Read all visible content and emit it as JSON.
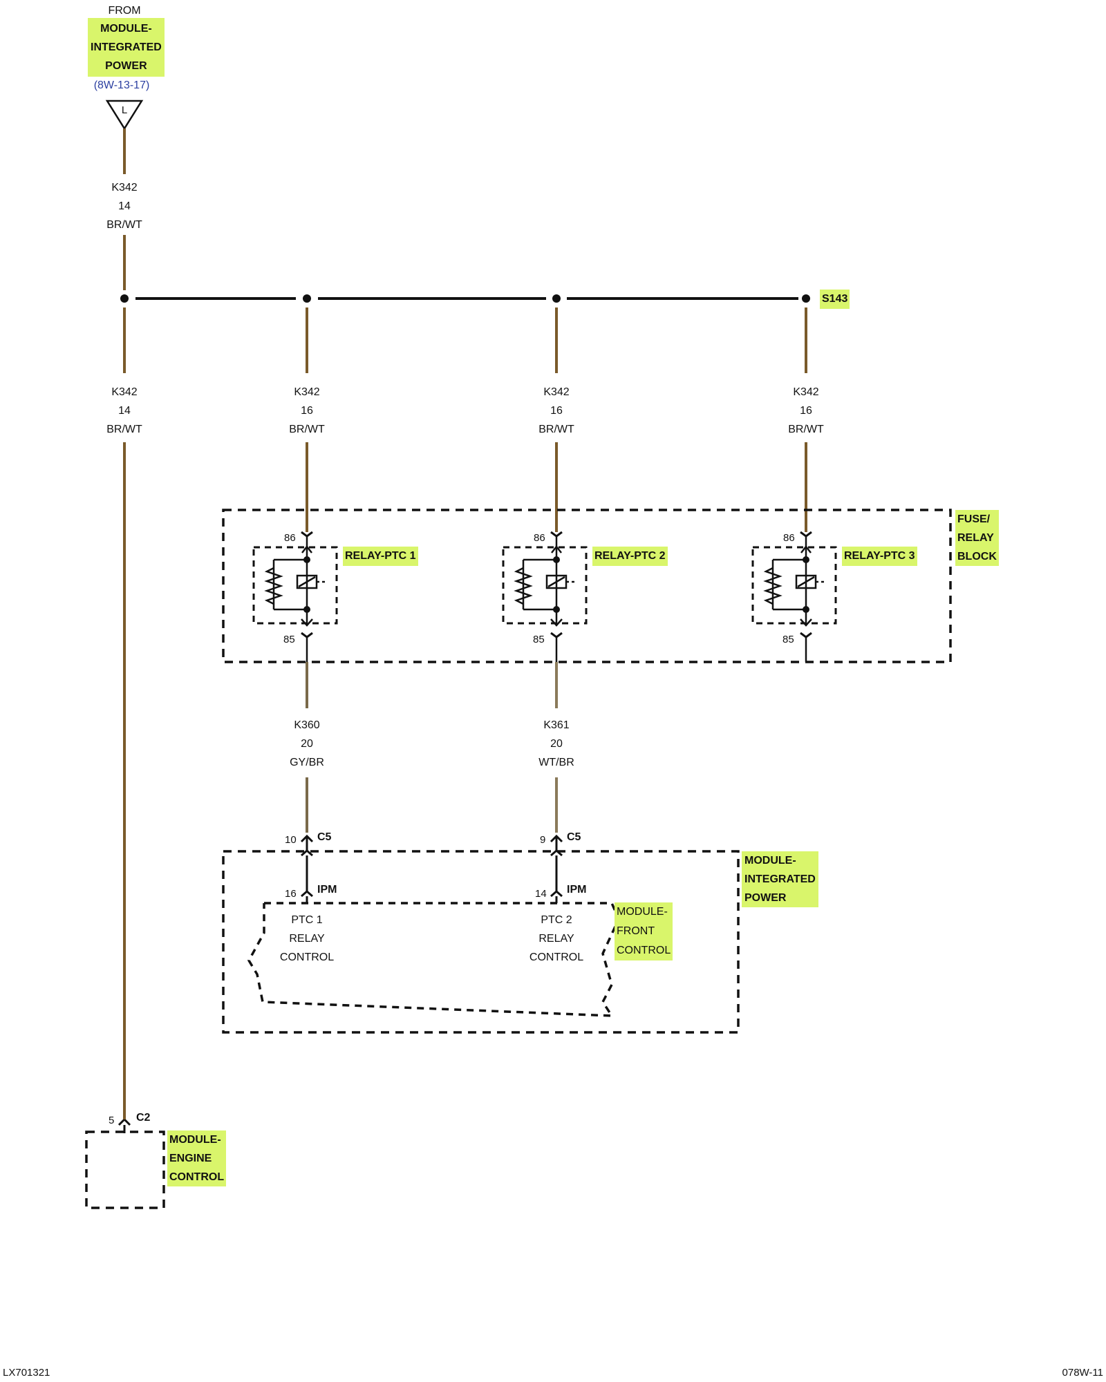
{
  "source": {
    "from": "FROM",
    "module": [
      "MODULE-",
      "INTEGRATED",
      "POWER"
    ],
    "ref": "(8W-13-17)",
    "connector": "L"
  },
  "feed_wire": {
    "circuit": "K342",
    "gauge": "14",
    "color": "BR/WT"
  },
  "splice": "S143",
  "branches": [
    {
      "circuit": "K342",
      "gauge": "14",
      "color": "BR/WT"
    },
    {
      "circuit": "K342",
      "gauge": "16",
      "color": "BR/WT"
    },
    {
      "circuit": "K342",
      "gauge": "16",
      "color": "BR/WT"
    },
    {
      "circuit": "K342",
      "gauge": "16",
      "color": "BR/WT"
    }
  ],
  "fuse_relay_block": {
    "label": [
      "FUSE/",
      "RELAY",
      "BLOCK"
    ]
  },
  "relays": [
    {
      "name": "RELAY-PTC 1",
      "pin_in": "86",
      "pin_out": "85"
    },
    {
      "name": "RELAY-PTC 2",
      "pin_in": "86",
      "pin_out": "85"
    },
    {
      "name": "RELAY-PTC 3",
      "pin_in": "86",
      "pin_out": "85"
    }
  ],
  "control_wires": [
    {
      "circuit": "K360",
      "gauge": "20",
      "color": "GY/BR"
    },
    {
      "circuit": "K361",
      "gauge": "20",
      "color": "WT/BR"
    }
  ],
  "ipm": {
    "label": [
      "MODULE-",
      "INTEGRATED",
      "POWER"
    ],
    "connectors": [
      {
        "pin": "10",
        "connector": "C5",
        "ipm_pin": "16",
        "ipm": "IPM",
        "function": [
          "PTC 1",
          "RELAY",
          "CONTROL"
        ]
      },
      {
        "pin": "9",
        "connector": "C5",
        "ipm_pin": "14",
        "ipm": "IPM",
        "function": [
          "PTC 2",
          "RELAY",
          "CONTROL"
        ]
      }
    ],
    "fcm_label": [
      "MODULE-",
      "FRONT",
      "CONTROL"
    ]
  },
  "ecm": {
    "pin": "5",
    "connector": "C2",
    "label": [
      "MODULE-",
      "ENGINE",
      "CONTROL"
    ]
  },
  "footer": {
    "left": "LX701321",
    "right": "078W-11"
  },
  "colors": {
    "wire": "#7a5a2a",
    "highlight": "#d9f56b",
    "ink": "#111111",
    "ref": "#2b3fa0"
  }
}
